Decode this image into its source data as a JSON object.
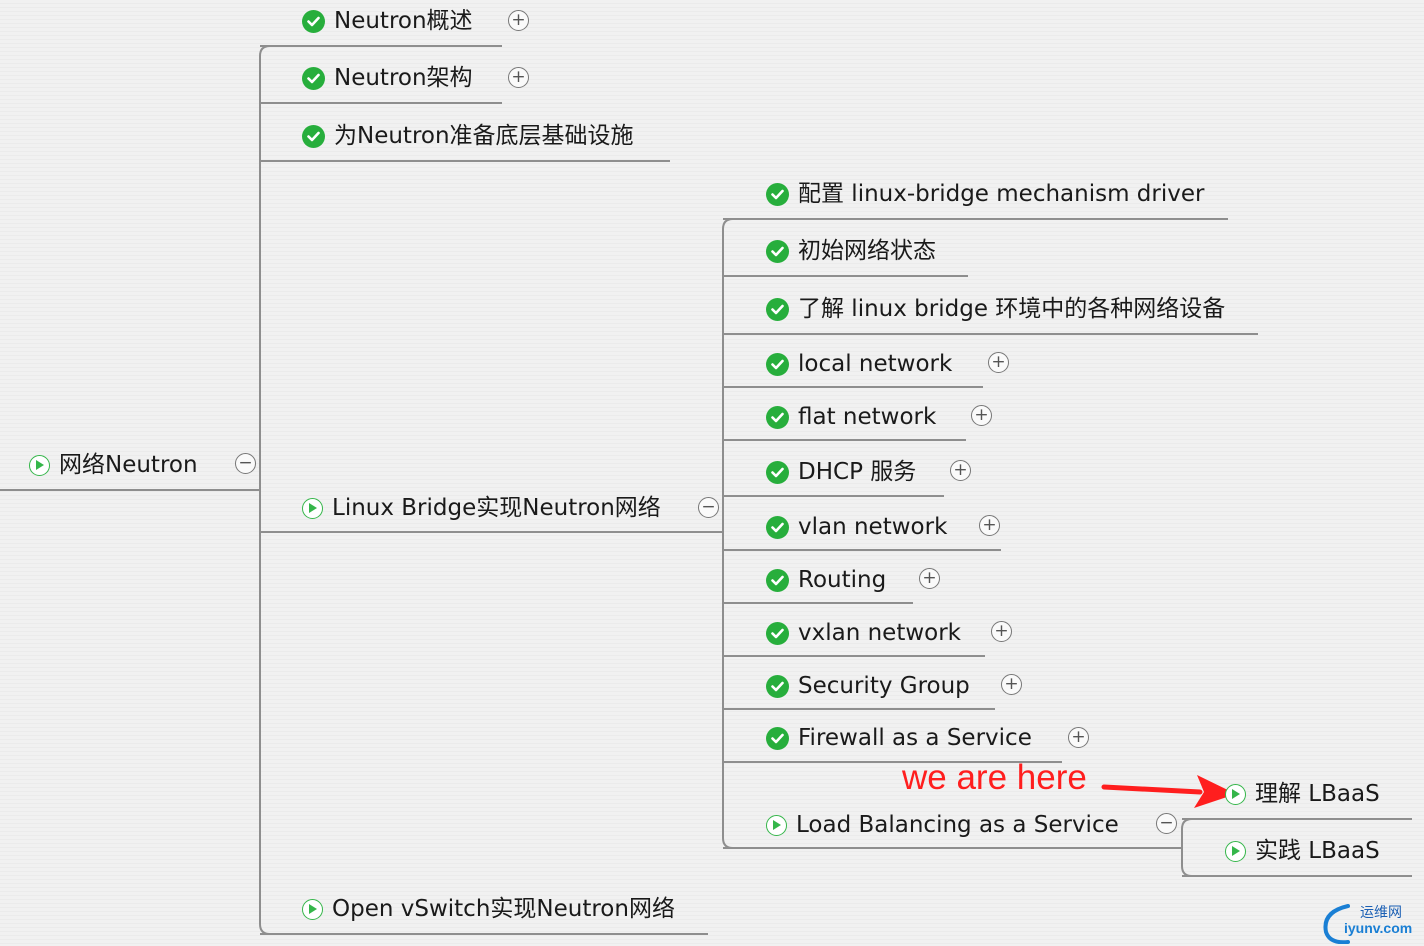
{
  "nodes": {
    "root": "网络Neutron",
    "overview": "Neutron概述",
    "architecture": "Neutron架构",
    "infra": "为Neutron准备底层基础设施",
    "linux_bridge": "Linux Bridge实现Neutron网络",
    "ovs": "Open vSwitch实现Neutron网络",
    "lb_children": [
      "配置 linux-bridge mechanism driver",
      "初始网络状态",
      "了解 linux bridge 环境中的各种网络设备",
      "local network",
      "flat network",
      "DHCP 服务",
      "vlan network",
      "Routing",
      "vxlan network",
      "Security Group",
      "Firewall as a Service",
      "Load Balancing as a Service"
    ],
    "lbaas_children": [
      "理解 LBaaS",
      "实践 LBaaS"
    ]
  },
  "toggles": {
    "expand": "+",
    "collapse": "−"
  },
  "annotation": "we are here",
  "watermark": {
    "cn": "运维网",
    "en": "iyunv.com"
  },
  "colors": {
    "check": "#27ae3c",
    "play": "#35b64a",
    "line": "#8e8e8e",
    "annotation": "#ff1e1e",
    "watermark": "#1a7fd4"
  },
  "icons": {
    "done": "check-circle-icon",
    "in_progress": "play-circle-icon",
    "expand": "plus-circle-icon",
    "collapse": "minus-circle-icon",
    "arrow": "red-arrow-icon"
  }
}
